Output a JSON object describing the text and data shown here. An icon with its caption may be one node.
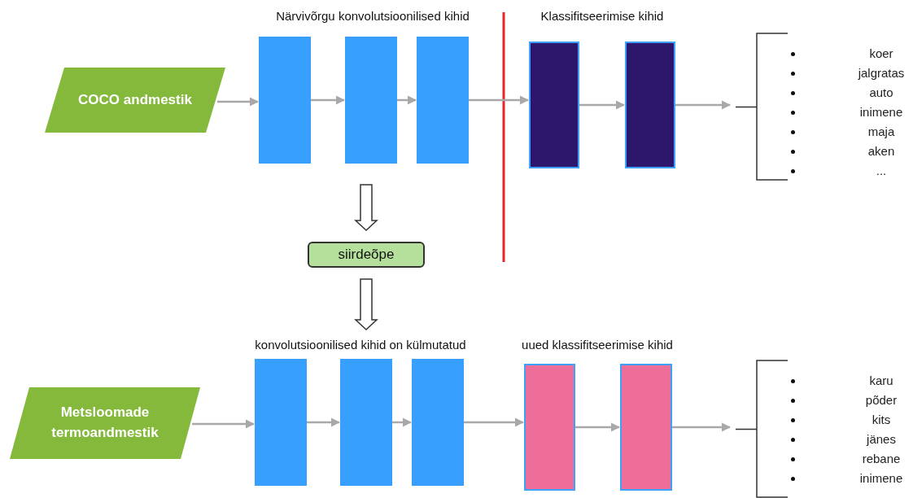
{
  "diagram": {
    "nodes": [
      {
        "text": [
          "COCO andmestik"
        ]
      },
      {
        "text": [],
        "shape": "box"
      },
      {
        "text": [],
        "shape": "box"
      },
      {
        "text": [],
        "shape": "box"
      },
      {
        "text": [],
        "shape": "box"
      },
      {
        "text": [],
        "shape": "box"
      },
      {
        "text": [
          "koer",
          "jalgratas",
          "auto",
          "inimene",
          "maja",
          "aken",
          "..."
        ]
      },
      {
        "text": [
          "siirdeõpe"
        ]
      },
      {
        "text": [
          "Metsloomade termoandmestik"
        ]
      },
      {
        "text": [],
        "shape": "box"
      },
      {
        "text": [],
        "shape": "box"
      },
      {
        "text": [],
        "shape": "box"
      },
      {
        "text": [],
        "shape": "box"
      },
      {
        "text": [],
        "shape": "box"
      },
      {
        "text": [
          "karu",
          "põder",
          "kits",
          "jänes",
          "rebane",
          "inimene"
        ]
      }
    ],
    "edges": [
      {
        "from": 0,
        "to": 1,
        "arrow": "to"
      },
      {
        "from": 1,
        "to": 2,
        "arrow": "to"
      },
      {
        "from": 2,
        "to": 3,
        "arrow": "to"
      },
      {
        "from": 3,
        "to": 4,
        "arrow": "to"
      },
      {
        "from": 4,
        "to": 5,
        "arrow": "to"
      },
      {
        "from": 5,
        "to": 6,
        "arrow": "to"
      },
      {
        "from": 2,
        "to": 7,
        "arrow": "to",
        "style": "thick"
      },
      {
        "from": 7,
        "to": 10,
        "arrow": "to",
        "style": "thick"
      },
      {
        "from": 8,
        "to": 9,
        "arrow": "to"
      },
      {
        "from": 9,
        "to": 10,
        "arrow": "to"
      },
      {
        "from": 10,
        "to": 11,
        "arrow": "to"
      },
      {
        "from": 11,
        "to": 12,
        "arrow": "to"
      },
      {
        "from": 12,
        "to": 13,
        "arrow": "to"
      },
      {
        "from": 13,
        "to": 14,
        "arrow": "to"
      }
    ],
    "labels": [
      "Närvivõrgu konvolutsioonilised kihid",
      "Klassifitseerimise kihid",
      "konvolutsioonilised kihid on külmutatud",
      "uued klassifitseerimise kihid"
    ]
  }
}
